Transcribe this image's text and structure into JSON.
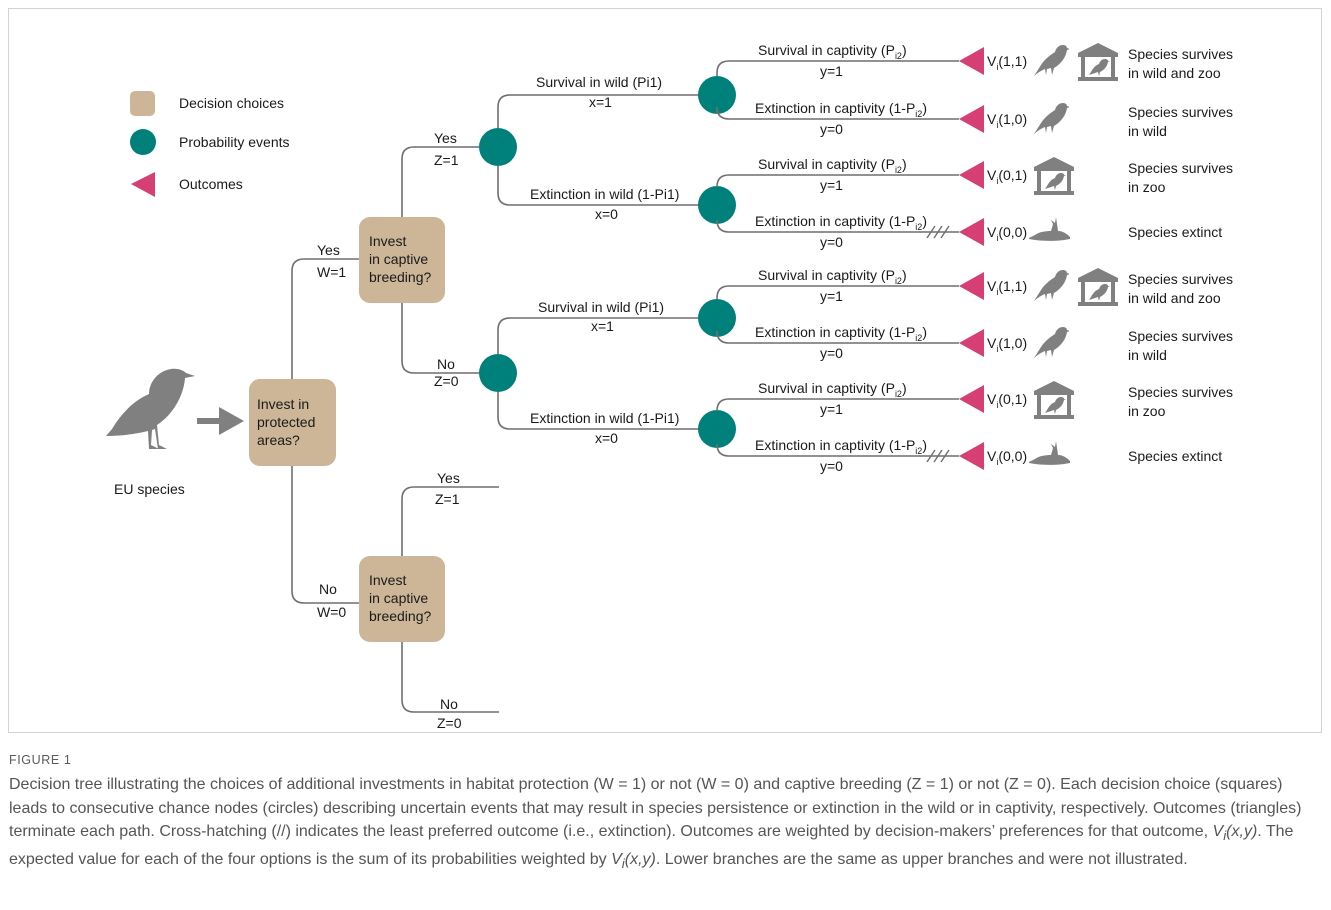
{
  "colors": {
    "decision": "#cdb597",
    "probability": "#00807a",
    "outcome": "#d63f74",
    "line": "#6f6f6f",
    "silhouette": "#808080"
  },
  "legend": {
    "decision_label": "Decision choices",
    "probability_label": "Probability events",
    "outcome_label": "Outcomes"
  },
  "root": {
    "species_label": "EU species",
    "decision_text": [
      "Invest in",
      "protected",
      "areas?"
    ]
  },
  "branches": {
    "w_yes": [
      "Yes",
      "W=1"
    ],
    "w_no": [
      "No",
      "W=0"
    ],
    "z_yes": [
      "Yes",
      "Z=1"
    ],
    "z_no": [
      "No",
      "Z=0"
    ]
  },
  "captive_decision_text": [
    "Invest",
    "in captive",
    "breeding?"
  ],
  "wild_branches": {
    "survival": [
      "Survival in wild (Pi1)",
      "x=1"
    ],
    "extinction": [
      "Extinction in wild (1-Pi1)",
      "x=0"
    ]
  },
  "captivity_branches": {
    "survival_main": "Survival in captivity (P",
    "survival_sub": "i2",
    "survival_close": ")",
    "survival_value": "y=1",
    "extinction_main": "Extinction in captivity (1-P",
    "extinction_sub": "i2",
    "extinction_close": ")",
    "extinction_value": "y=0"
  },
  "outcomes": [
    {
      "v_main": "V",
      "v_sub": "i",
      "v_args": "(1,1)",
      "desc": [
        "Species survives",
        "in wild and zoo"
      ],
      "icons": [
        "bird-icon",
        "zoo-cage-icon"
      ]
    },
    {
      "v_main": "V",
      "v_sub": "i",
      "v_args": "(1,0)",
      "desc": [
        "Species survives",
        "in wild"
      ],
      "icons": [
        "bird-icon"
      ]
    },
    {
      "v_main": "V",
      "v_sub": "i",
      "v_args": "(0,1)",
      "desc": [
        "Species survives",
        "in zoo"
      ],
      "icons": [
        "zoo-cage-icon"
      ]
    },
    {
      "v_main": "V",
      "v_sub": "i",
      "v_args": "(0,0)",
      "desc": [
        "Species extinct"
      ],
      "icons": [
        "dead-bird-icon"
      ]
    }
  ],
  "caption": {
    "figure_label": "FIGURE 1",
    "text_1": "Decision tree illustrating the choices of additional investments in habitat protection (W = 1) or not (W = 0) and captive breeding (Z = 1) or not (Z = 0). Each decision choice (squares) leads to consecutive chance nodes (circles) describing uncertain events that may result in species persistence or extinction in the wild or in captivity, respectively. Outcomes (triangles) terminate each path. Cross-hatching (//) indicates the least preferred outcome (i.e., extinction). Outcomes are weighted by decision-makers’ preferences for that outcome, ",
    "italic_1": "V",
    "italic_1_sub": "i",
    "italic_1_args": "(x,y)",
    "text_2": ". The expected value for each of the four options is the sum of its probabilities weighted by ",
    "italic_2": "V",
    "italic_2_sub": "i",
    "italic_2_args": "(x,y)",
    "text_3": ". Lower branches are the same as upper branches and were not illustrated."
  }
}
